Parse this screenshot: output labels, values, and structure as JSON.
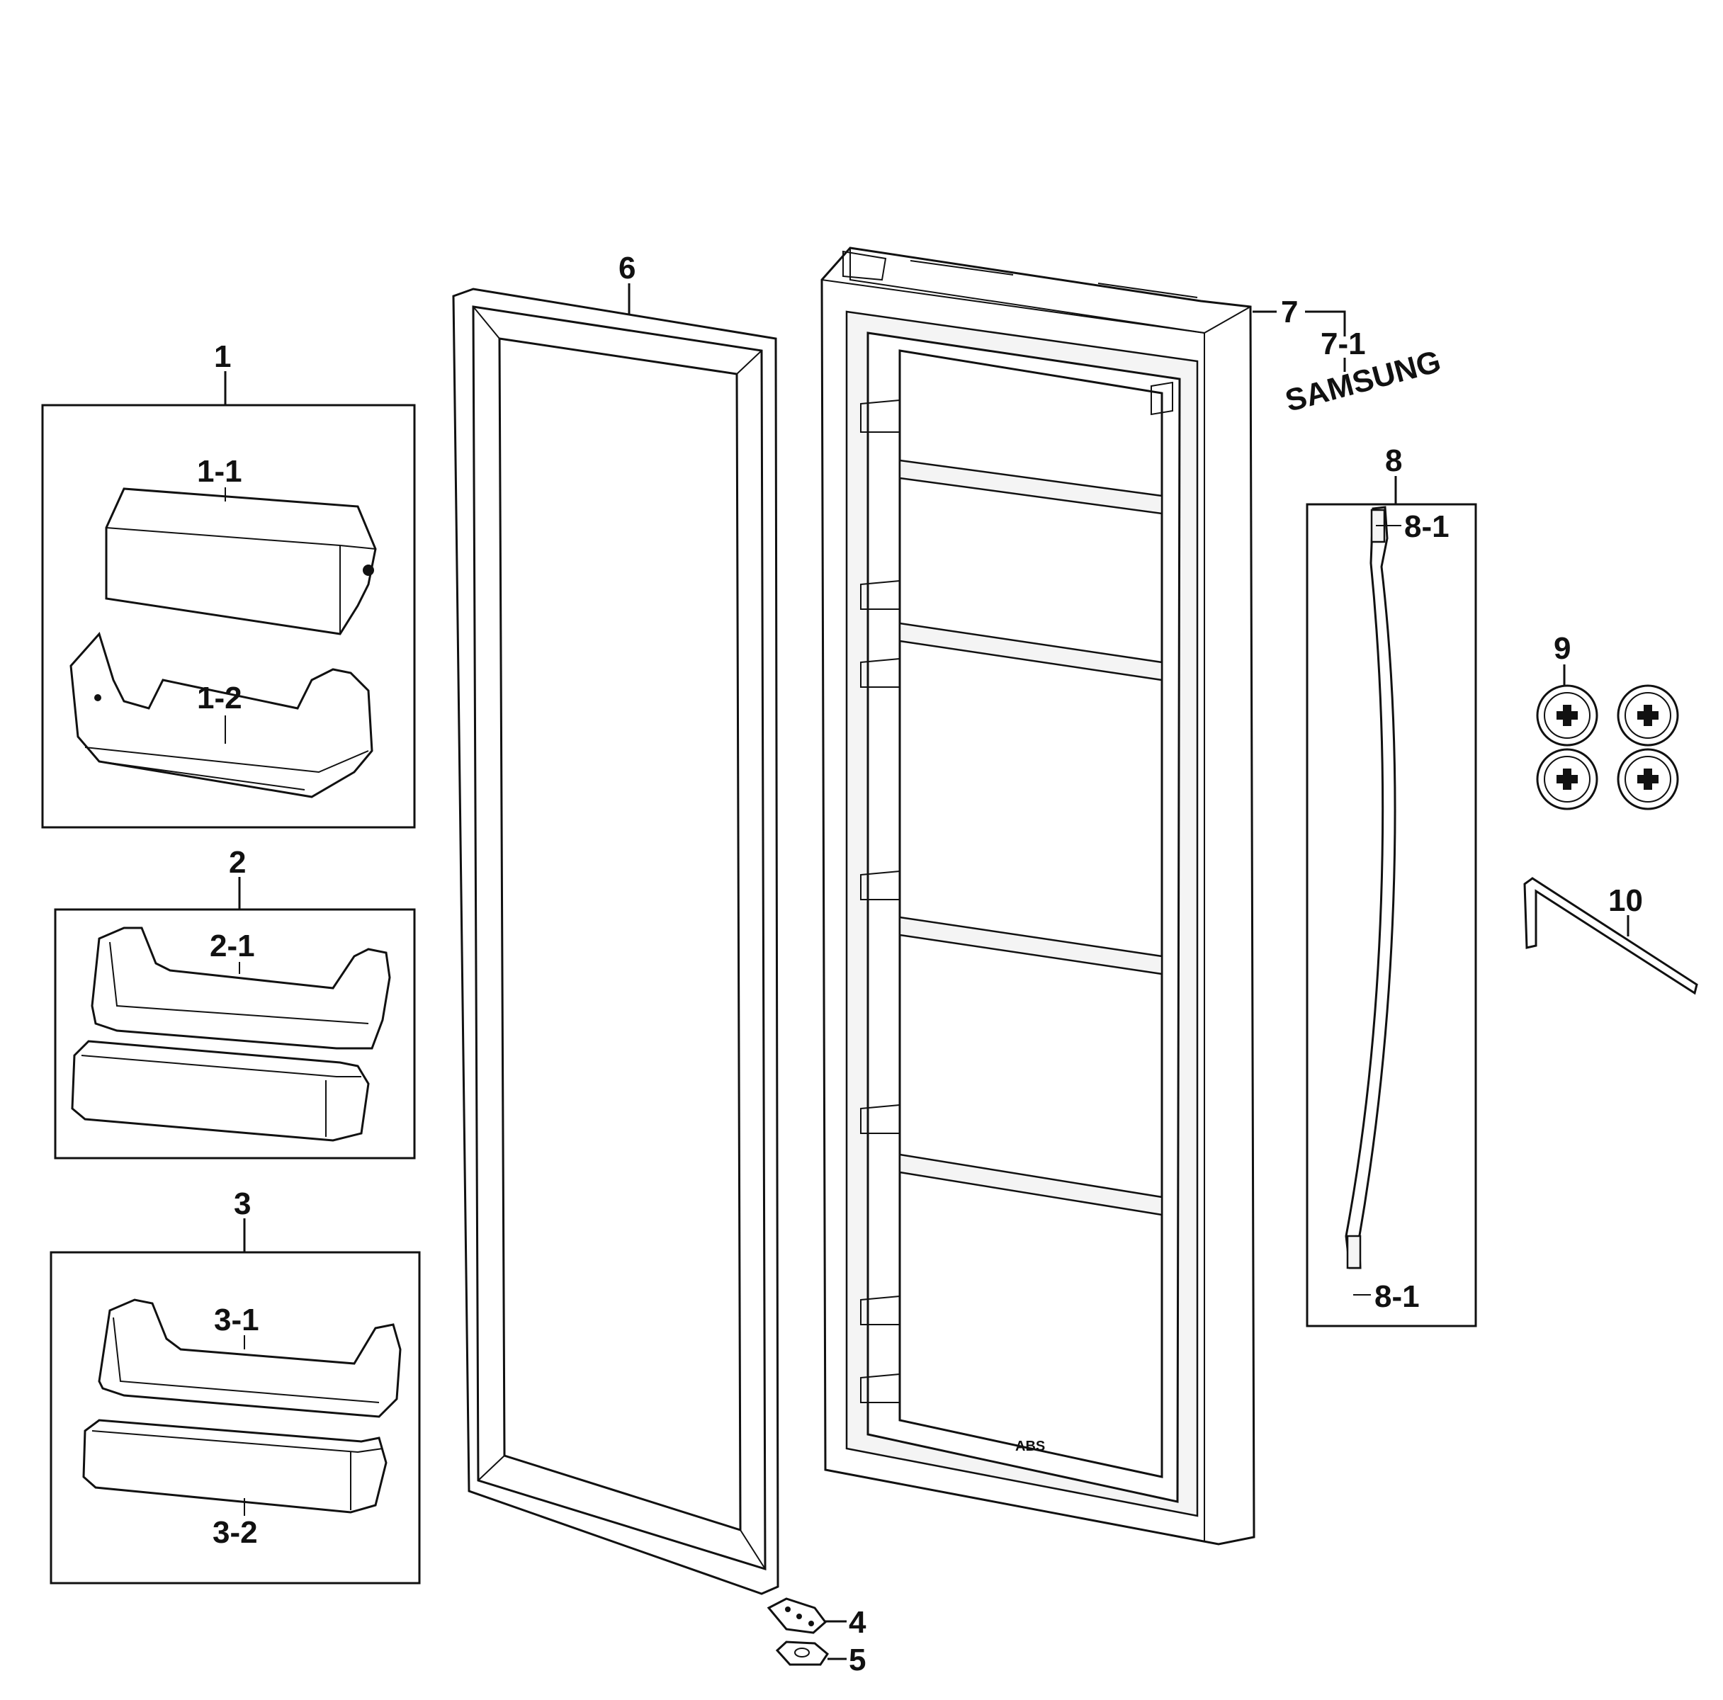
{
  "callouts": {
    "c1": "1",
    "c1_1": "1-1",
    "c1_2": "1-2",
    "c2": "2",
    "c2_1": "2-1",
    "c3": "3",
    "c3_1": "3-1",
    "c3_2": "3-2",
    "c4": "4",
    "c5": "5",
    "c6": "6",
    "c7": "7",
    "c7_1": "7-1",
    "c8": "8",
    "c8_1_top": "8-1",
    "c8_1_bottom": "8-1",
    "c9": "9",
    "c10": "10"
  },
  "markings": {
    "abs": "ABS",
    "brand": "SAMSUNG"
  }
}
